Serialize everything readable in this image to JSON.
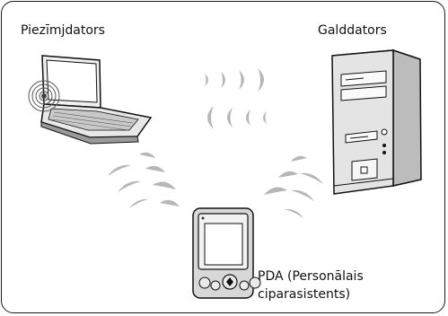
{
  "diagram": {
    "laptop_label": "Piezīmjdators",
    "desktop_label": "Galddators",
    "pda_label_line1": "PDA (Personālais",
    "pda_label_line2": "ciparasistents)"
  }
}
